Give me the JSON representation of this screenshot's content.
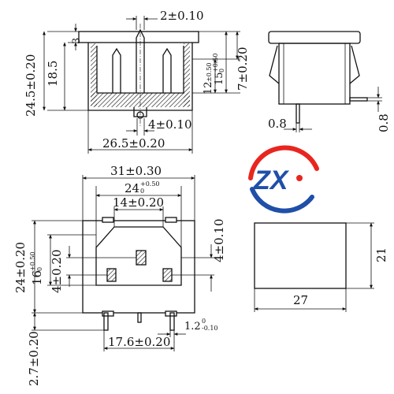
{
  "front_view": {
    "dims": {
      "top_gap": "2±0.10",
      "h_total": "24.5±0.20",
      "h_body": "18.5",
      "flange": "3",
      "d12": "12",
      "d12_tol": "±0.50",
      "d15": "15",
      "d15_tol_up": "+0.50",
      "d15_tol_dn": "0",
      "d7": "7±0.20",
      "pin_gap": "4±0.10",
      "width": "26.5±0.20"
    }
  },
  "side_view": {
    "dims": {
      "a": "0.8",
      "b": "0.8"
    }
  },
  "bottom_view": {
    "dims": {
      "w31": "31±0.30",
      "w24": "24",
      "w24_tol_up": "+0.50",
      "w24_tol_dn": "0",
      "w14": "14±0.20",
      "h4r": "4±0.10",
      "h24": "24±0.20",
      "h16": "16",
      "h16_tol_up": "+0.50",
      "h16_tol_dn": "0",
      "h4l": "4±0.20",
      "pin_t": "1.2",
      "pin_t_tol_up": "0",
      "pin_t_tol_dn": "-0.10",
      "pitch": "17.6±0.20",
      "pin_len": "2.7±0.20"
    }
  },
  "logo": {
    "text": "ZX"
  },
  "box_view": {
    "dims": {
      "h": "21",
      "w": "27"
    }
  },
  "colors": {
    "line": "#111111",
    "logo_red": "#e8261f",
    "logo_blue": "#1f4fa8"
  }
}
